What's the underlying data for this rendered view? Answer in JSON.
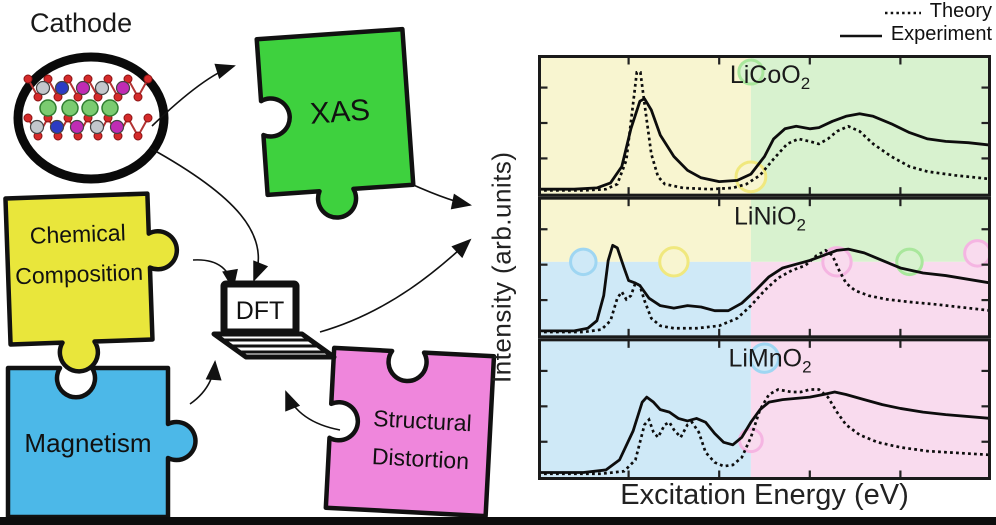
{
  "figure": {
    "cathode": {
      "label": "Cathode"
    },
    "puzzle_pieces": {
      "xas": {
        "label": "XAS"
      },
      "chemical_composition": {
        "line1": "Chemical",
        "line2": "Composition"
      },
      "magnetism": {
        "label": "Magnetism"
      },
      "structural_distortion": {
        "line1": "Structural",
        "line2": "Distortion"
      }
    },
    "dft": {
      "label": "DFT"
    }
  },
  "legend": {
    "theory_label": "Theory",
    "experiment_label": "Experiment"
  },
  "axes": {
    "y_label": "Intensity (arb.units)",
    "x_label": "Excitation Energy (eV)"
  },
  "palette": {
    "yellow": "#e9e63b",
    "green": "#3ed13e",
    "blue": "#4cb8e8",
    "pink": "#ef86dc",
    "pale_yellow": "#f8f5d0",
    "pale_green": "#d8f2cf",
    "pale_blue": "#cfe9f7",
    "pale_pink": "#f9dbee",
    "yellow_edge": "#f0e87e",
    "green_edge": "#a9e79c",
    "blue_edge": "#9fd6f2",
    "pink_edge": "#f5b5e2",
    "ink": "#111111"
  },
  "chart_data": {
    "type": "line",
    "x_label": "Excitation Energy (eV)",
    "y_label": "Intensity (arb.units)",
    "axis_tick_labels": "none (arbitrary units, unlabeled energy ticks)",
    "legend": [
      {
        "name": "Theory",
        "style": "dotted"
      },
      {
        "name": "Experiment",
        "style": "solid"
      }
    ],
    "panels": [
      {
        "compound": "LiCoO",
        "subscript": "2",
        "experiment": [
          [
            0,
            0.02
          ],
          [
            0.08,
            0.02
          ],
          [
            0.13,
            0.03
          ],
          [
            0.16,
            0.07
          ],
          [
            0.185,
            0.2
          ],
          [
            0.205,
            0.5
          ],
          [
            0.225,
            0.72
          ],
          [
            0.235,
            0.74
          ],
          [
            0.25,
            0.65
          ],
          [
            0.27,
            0.45
          ],
          [
            0.3,
            0.28
          ],
          [
            0.33,
            0.17
          ],
          [
            0.36,
            0.11
          ],
          [
            0.4,
            0.08
          ],
          [
            0.44,
            0.09
          ],
          [
            0.47,
            0.14
          ],
          [
            0.5,
            0.28
          ],
          [
            0.52,
            0.42
          ],
          [
            0.545,
            0.5
          ],
          [
            0.57,
            0.52
          ],
          [
            0.6,
            0.5
          ],
          [
            0.62,
            0.51
          ],
          [
            0.65,
            0.56
          ],
          [
            0.68,
            0.6
          ],
          [
            0.71,
            0.62
          ],
          [
            0.74,
            0.6
          ],
          [
            0.78,
            0.54
          ],
          [
            0.82,
            0.47
          ],
          [
            0.86,
            0.42
          ],
          [
            0.9,
            0.4
          ],
          [
            0.95,
            0.39
          ],
          [
            1,
            0.37
          ]
        ],
        "theory": [
          [
            0,
            0.01
          ],
          [
            0.1,
            0.01
          ],
          [
            0.15,
            0.02
          ],
          [
            0.175,
            0.06
          ],
          [
            0.195,
            0.25
          ],
          [
            0.21,
            0.7
          ],
          [
            0.218,
            0.95
          ],
          [
            0.226,
            0.95
          ],
          [
            0.235,
            0.7
          ],
          [
            0.25,
            0.3
          ],
          [
            0.265,
            0.12
          ],
          [
            0.28,
            0.06
          ],
          [
            0.32,
            0.03
          ],
          [
            0.38,
            0.02
          ],
          [
            0.43,
            0.03
          ],
          [
            0.46,
            0.06
          ],
          [
            0.49,
            0.13
          ],
          [
            0.52,
            0.26
          ],
          [
            0.55,
            0.38
          ],
          [
            0.575,
            0.42
          ],
          [
            0.6,
            0.4
          ],
          [
            0.62,
            0.38
          ],
          [
            0.64,
            0.42
          ],
          [
            0.66,
            0.48
          ],
          [
            0.685,
            0.52
          ],
          [
            0.71,
            0.48
          ],
          [
            0.74,
            0.38
          ],
          [
            0.78,
            0.28
          ],
          [
            0.82,
            0.2
          ],
          [
            0.86,
            0.16
          ],
          [
            0.92,
            0.13
          ],
          [
            1,
            0.1
          ]
        ]
      },
      {
        "compound": "LiNiO",
        "subscript": "2",
        "experiment": [
          [
            0,
            0.02
          ],
          [
            0.08,
            0.02
          ],
          [
            0.11,
            0.04
          ],
          [
            0.13,
            0.1
          ],
          [
            0.145,
            0.3
          ],
          [
            0.155,
            0.58
          ],
          [
            0.165,
            0.7
          ],
          [
            0.175,
            0.68
          ],
          [
            0.19,
            0.52
          ],
          [
            0.2,
            0.42
          ],
          [
            0.215,
            0.4
          ],
          [
            0.225,
            0.38
          ],
          [
            0.245,
            0.28
          ],
          [
            0.27,
            0.22
          ],
          [
            0.3,
            0.2
          ],
          [
            0.33,
            0.22
          ],
          [
            0.36,
            0.21
          ],
          [
            0.39,
            0.18
          ],
          [
            0.42,
            0.18
          ],
          [
            0.45,
            0.24
          ],
          [
            0.48,
            0.34
          ],
          [
            0.51,
            0.45
          ],
          [
            0.54,
            0.52
          ],
          [
            0.57,
            0.55
          ],
          [
            0.6,
            0.58
          ],
          [
            0.63,
            0.62
          ],
          [
            0.66,
            0.66
          ],
          [
            0.685,
            0.67
          ],
          [
            0.72,
            0.64
          ],
          [
            0.76,
            0.58
          ],
          [
            0.8,
            0.52
          ],
          [
            0.85,
            0.48
          ],
          [
            0.9,
            0.46
          ],
          [
            1,
            0.4
          ]
        ],
        "theory": [
          [
            0,
            0.01
          ],
          [
            0.1,
            0.01
          ],
          [
            0.14,
            0.03
          ],
          [
            0.16,
            0.1
          ],
          [
            0.175,
            0.28
          ],
          [
            0.185,
            0.33
          ],
          [
            0.195,
            0.27
          ],
          [
            0.205,
            0.3
          ],
          [
            0.215,
            0.4
          ],
          [
            0.225,
            0.38
          ],
          [
            0.235,
            0.26
          ],
          [
            0.25,
            0.12
          ],
          [
            0.27,
            0.06
          ],
          [
            0.3,
            0.04
          ],
          [
            0.35,
            0.04
          ],
          [
            0.4,
            0.06
          ],
          [
            0.44,
            0.12
          ],
          [
            0.47,
            0.22
          ],
          [
            0.5,
            0.34
          ],
          [
            0.53,
            0.44
          ],
          [
            0.56,
            0.5
          ],
          [
            0.59,
            0.54
          ],
          [
            0.615,
            0.62
          ],
          [
            0.635,
            0.66
          ],
          [
            0.65,
            0.62
          ],
          [
            0.665,
            0.5
          ],
          [
            0.68,
            0.4
          ],
          [
            0.7,
            0.34
          ],
          [
            0.73,
            0.3
          ],
          [
            0.77,
            0.27
          ],
          [
            0.82,
            0.25
          ],
          [
            0.88,
            0.23
          ],
          [
            1,
            0.18
          ]
        ]
      },
      {
        "compound": "LiMnO",
        "subscript": "2",
        "experiment": [
          [
            0,
            0.02
          ],
          [
            0.1,
            0.02
          ],
          [
            0.15,
            0.04
          ],
          [
            0.18,
            0.12
          ],
          [
            0.21,
            0.35
          ],
          [
            0.23,
            0.58
          ],
          [
            0.24,
            0.62
          ],
          [
            0.255,
            0.58
          ],
          [
            0.27,
            0.52
          ],
          [
            0.29,
            0.5
          ],
          [
            0.31,
            0.45
          ],
          [
            0.33,
            0.43
          ],
          [
            0.35,
            0.45
          ],
          [
            0.37,
            0.42
          ],
          [
            0.39,
            0.33
          ],
          [
            0.41,
            0.26
          ],
          [
            0.43,
            0.24
          ],
          [
            0.45,
            0.3
          ],
          [
            0.47,
            0.42
          ],
          [
            0.49,
            0.52
          ],
          [
            0.51,
            0.58
          ],
          [
            0.54,
            0.6
          ],
          [
            0.57,
            0.61
          ],
          [
            0.6,
            0.62
          ],
          [
            0.63,
            0.64
          ],
          [
            0.655,
            0.66
          ],
          [
            0.68,
            0.64
          ],
          [
            0.72,
            0.6
          ],
          [
            0.76,
            0.56
          ],
          [
            0.8,
            0.53
          ],
          [
            0.85,
            0.5
          ],
          [
            0.9,
            0.48
          ],
          [
            1,
            0.45
          ]
        ],
        "theory": [
          [
            0,
            0.01
          ],
          [
            0.14,
            0.01
          ],
          [
            0.19,
            0.03
          ],
          [
            0.215,
            0.12
          ],
          [
            0.235,
            0.4
          ],
          [
            0.245,
            0.44
          ],
          [
            0.255,
            0.34
          ],
          [
            0.265,
            0.3
          ],
          [
            0.28,
            0.4
          ],
          [
            0.29,
            0.42
          ],
          [
            0.3,
            0.36
          ],
          [
            0.315,
            0.3
          ],
          [
            0.33,
            0.4
          ],
          [
            0.34,
            0.42
          ],
          [
            0.355,
            0.34
          ],
          [
            0.37,
            0.18
          ],
          [
            0.39,
            0.1
          ],
          [
            0.41,
            0.07
          ],
          [
            0.43,
            0.08
          ],
          [
            0.45,
            0.14
          ],
          [
            0.47,
            0.3
          ],
          [
            0.49,
            0.52
          ],
          [
            0.51,
            0.64
          ],
          [
            0.53,
            0.68
          ],
          [
            0.56,
            0.66
          ],
          [
            0.58,
            0.66
          ],
          [
            0.6,
            0.68
          ],
          [
            0.62,
            0.68
          ],
          [
            0.64,
            0.62
          ],
          [
            0.66,
            0.5
          ],
          [
            0.68,
            0.4
          ],
          [
            0.71,
            0.32
          ],
          [
            0.75,
            0.26
          ],
          [
            0.8,
            0.22
          ],
          [
            0.86,
            0.19
          ],
          [
            1,
            0.16
          ]
        ]
      }
    ]
  }
}
